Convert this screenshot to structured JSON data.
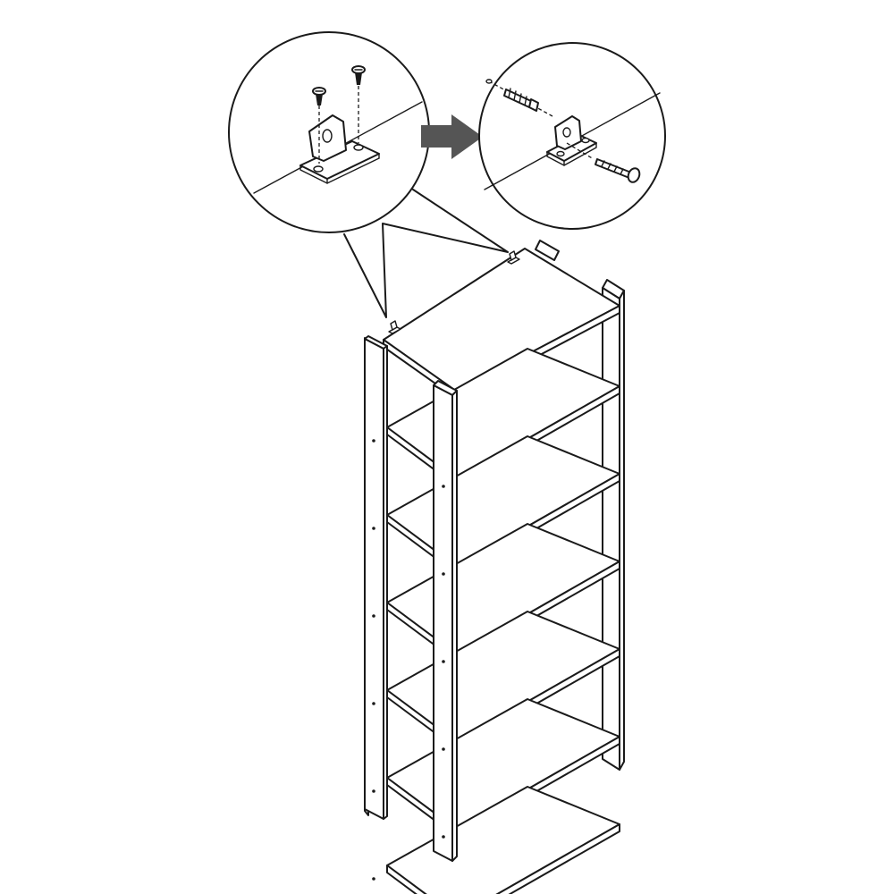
{
  "figure": {
    "kind": "assembly-instruction",
    "background": "#ffffff",
    "line_color": "#1a1a1a",
    "arrow_color": "#555555",
    "shelf_count": 6,
    "detail_callouts": [
      "bracket-screwed-to-top-panel",
      "bracket-anchored-to-wall"
    ]
  }
}
